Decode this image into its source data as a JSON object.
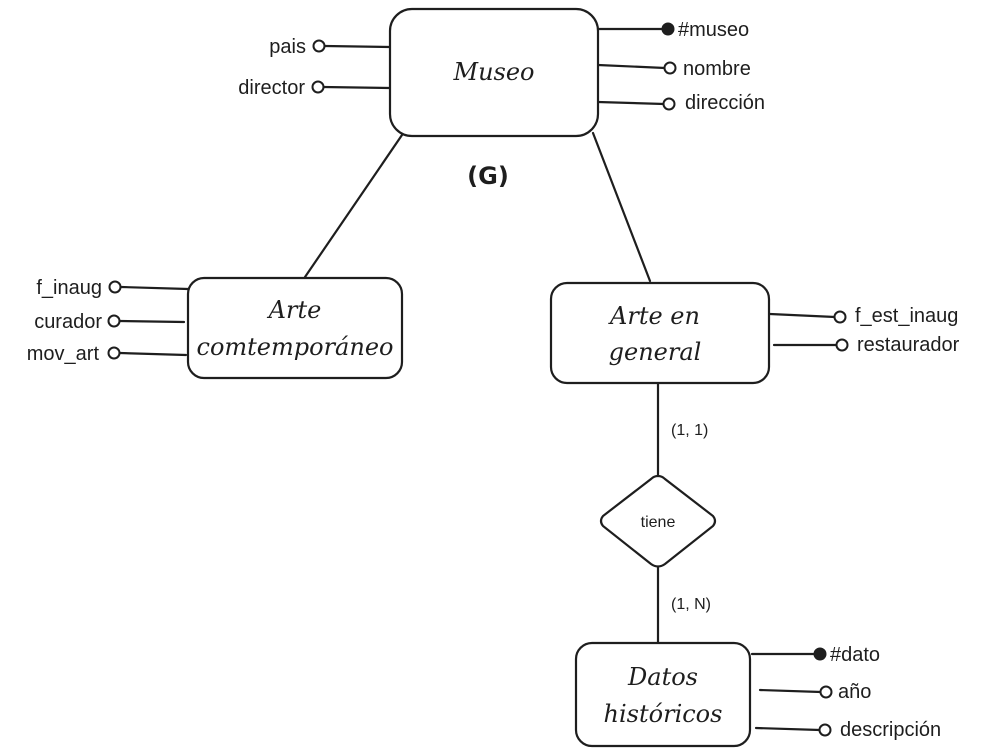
{
  "generalization_label": "(G)",
  "entities": {
    "museo": {
      "name": "Museo",
      "attributes": {
        "pais": "pais",
        "director": "director",
        "id": "#museo",
        "nombre": "nombre",
        "direccion": "dirección"
      }
    },
    "arte_contemporaneo": {
      "name_line1": "Arte",
      "name_line2": "comtemporáneo",
      "attributes": {
        "f_inaug": "f_inaug",
        "curador": "curador",
        "mov_art": "mov_art"
      }
    },
    "arte_general": {
      "name_line1": "Arte en",
      "name_line2": "general",
      "attributes": {
        "f_est_inaug": "f_est_inaug",
        "restaurador": "restaurador"
      }
    },
    "datos_historicos": {
      "name_line1": "Datos",
      "name_line2": "históricos",
      "attributes": {
        "id": "#dato",
        "anio": "año",
        "descripcion": "descripción"
      }
    }
  },
  "relationship": {
    "name": "tiene",
    "cardinality_top": "(1, 1)",
    "cardinality_bottom": "(1, N)"
  }
}
